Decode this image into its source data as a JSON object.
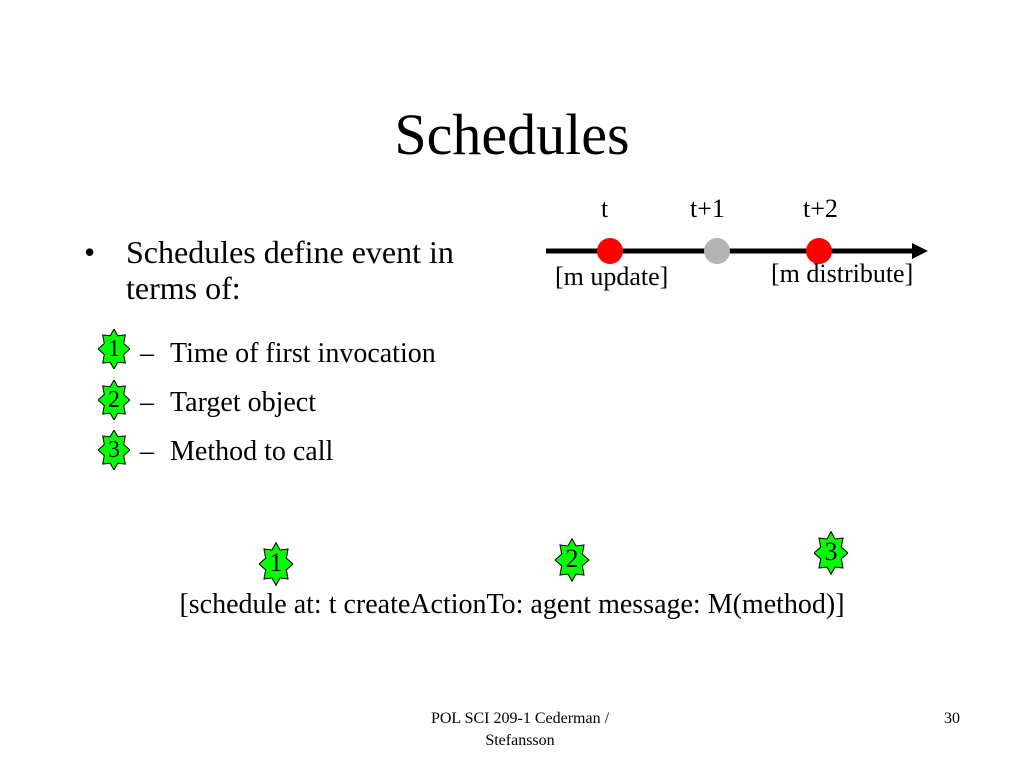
{
  "slide": {
    "title": "Schedules",
    "bullet": {
      "symbol": "•",
      "text": "Schedules define event in terms of:"
    },
    "subitems": [
      {
        "dash": "–",
        "text": "Time of first invocation",
        "badge": "1"
      },
      {
        "dash": "–",
        "text": "Target object",
        "badge": "2"
      },
      {
        "dash": "–",
        "text": "Method to call",
        "badge": "3"
      }
    ],
    "timeline": {
      "ticks": [
        "t",
        "t+1",
        "t+2"
      ],
      "events": [
        "[m update]",
        "[m distribute]"
      ],
      "colors": {
        "active": "#ff0000",
        "inactive": "#b3b3b3"
      }
    },
    "code_badges": [
      "1",
      "2",
      "3"
    ],
    "code_line": "[schedule at: t  createActionTo: agent message: M(method)]",
    "footer": {
      "line1": "POL SCI 209-1 Cederman /",
      "line2": "Stefansson"
    },
    "page_number": "30",
    "badge_color": "#00ff00"
  }
}
